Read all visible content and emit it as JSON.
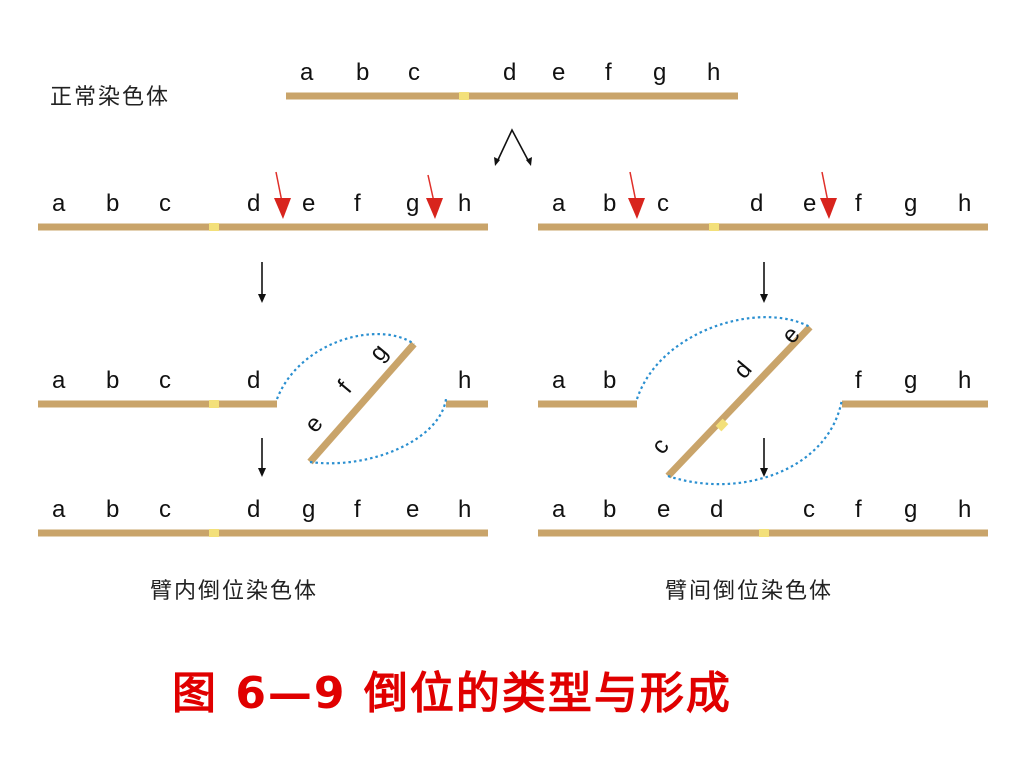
{
  "labels": {
    "normal": "正常染色体",
    "paracentric": "臂内倒位染色体",
    "pericentric": "臂间倒位染色体"
  },
  "rows": {
    "normal": [
      "a",
      "b",
      "c",
      "d",
      "e",
      "f",
      "g",
      "h"
    ],
    "para_1": [
      "a",
      "b",
      "c",
      "d",
      "e",
      "f",
      "g",
      "h"
    ],
    "para_2": [
      "a",
      "b",
      "c",
      "d",
      "h"
    ],
    "para_loop": [
      "e",
      "f",
      "g"
    ],
    "para_3": [
      "a",
      "b",
      "c",
      "d",
      "g",
      "f",
      "e",
      "h"
    ],
    "peri_1": [
      "a",
      "b",
      "c",
      "d",
      "e",
      "f",
      "g",
      "h"
    ],
    "peri_2": [
      "a",
      "b",
      "f",
      "g",
      "h"
    ],
    "peri_loop": [
      "c",
      "d",
      "e"
    ],
    "peri_3": [
      "a",
      "b",
      "e",
      "d",
      "c",
      "f",
      "g",
      "h"
    ]
  },
  "caption": "图 6—9 倒位的类型与形成",
  "colors": {
    "chromosome": "#c9a46a",
    "centromere": "#f3e07a",
    "break_arrow": "#d8241d",
    "pairing_loop": "#2a8fd0",
    "caption": "#e00000"
  }
}
